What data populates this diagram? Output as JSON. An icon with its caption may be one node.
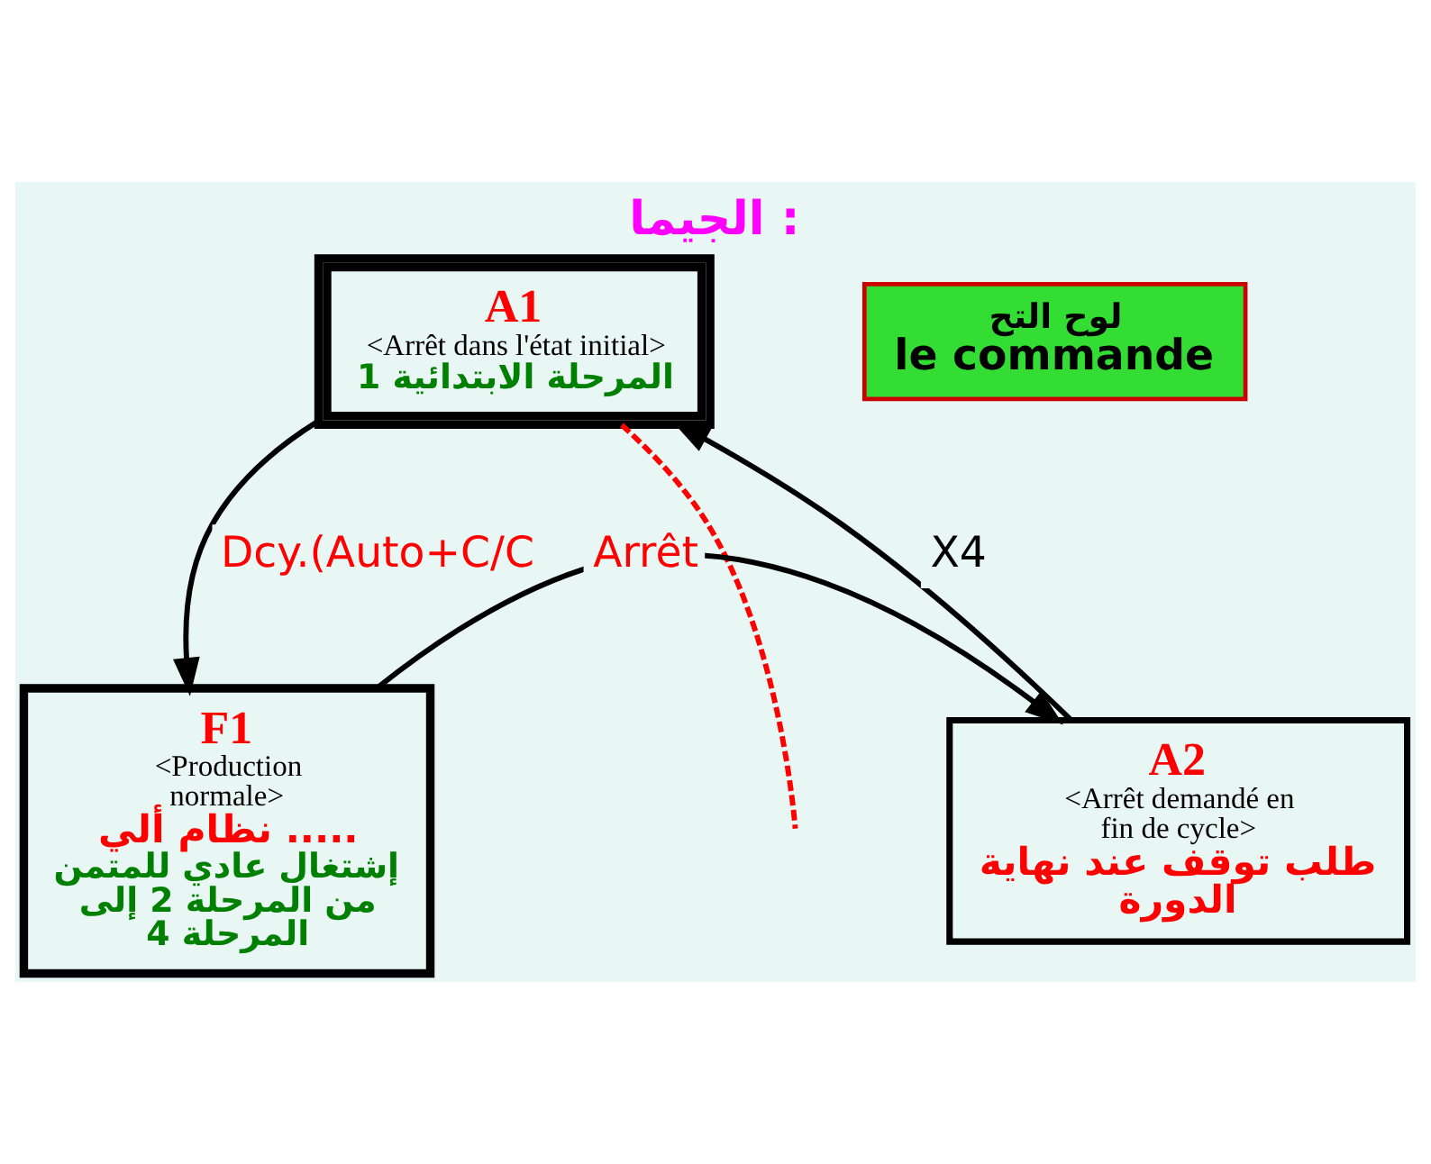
{
  "diagram": {
    "title": "الجيما :",
    "nodes": [
      {
        "text": [
          "A1",
          "<Arrêt dans l'état initial>",
          "المرحلة الابتدائية 1"
        ]
      },
      {
        "text": [
          "A2",
          "<Arrêt demandé en fin de cycle>",
          "طلب توقف عند نهاية الدورة"
        ]
      },
      {
        "text": [
          "F1",
          "<Production normale>",
          "نظام ألي .....",
          "إشتغال عادي للمتمن من المرحلة 2 إلى المرحلة 4"
        ]
      },
      {
        "text": [
          "لوح التح",
          "le commande"
        ]
      }
    ],
    "edges": [
      {
        "from": 0,
        "to": 2,
        "arrow": "to",
        "label": "Dcy.(Auto+C/C"
      },
      {
        "from": 2,
        "to": 1,
        "arrow": "to",
        "label": "Arrêt"
      },
      {
        "from": 1,
        "to": 0,
        "arrow": "to",
        "label": "X4"
      },
      {
        "from": 0,
        "to": null,
        "arrow": "none",
        "style": "dashed",
        "color": "#ff0000"
      }
    ]
  }
}
